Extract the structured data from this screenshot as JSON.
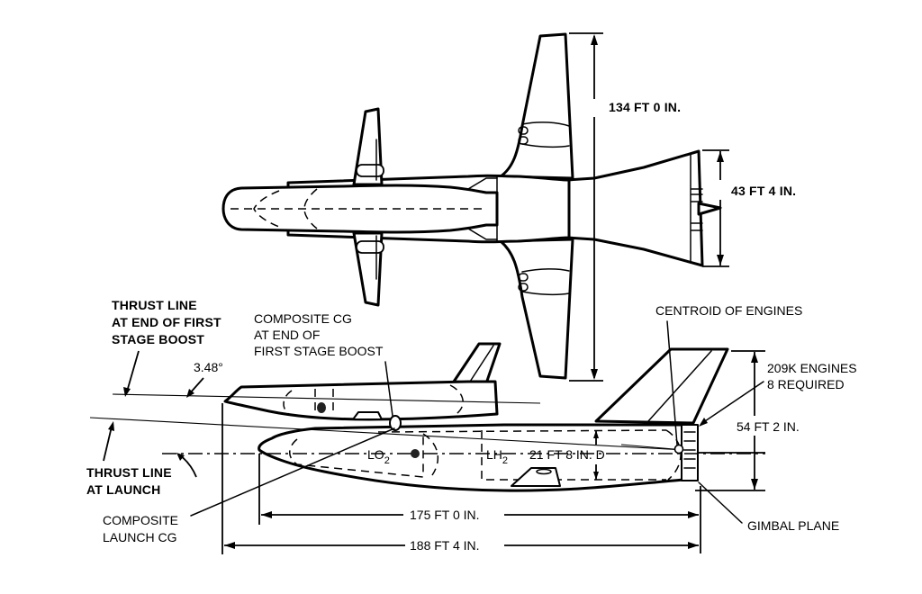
{
  "figure": {
    "type": "two-view vehicle configuration drawing",
    "views": [
      "planform (top) view",
      "side view"
    ]
  },
  "top_view": {
    "dimensions": {
      "wing_span": "134 FT 0 IN.",
      "tail_width": "43 FT 4 IN."
    }
  },
  "side_view": {
    "labels": {
      "thrust_line_end_first_stage": [
        "THRUST LINE",
        "AT END OF FIRST",
        "STAGE BOOST"
      ],
      "composite_cg_end_boost": [
        "COMPOSITE CG",
        "AT END OF",
        "FIRST STAGE BOOST"
      ],
      "angle": "3.48°",
      "thrust_line_launch": [
        "THRUST LINE",
        "AT LAUNCH"
      ],
      "composite_launch_cg": [
        "COMPOSITE",
        "LAUNCH CG"
      ],
      "centroid_of_engines": "CENTROID OF ENGINES",
      "engines": [
        "209K ENGINES",
        "8 REQUIRED"
      ],
      "gimbal_plane": "GIMBAL PLANE",
      "lo2_main": "LO",
      "lo2_sub": "2",
      "lh2_main": "LH",
      "lh2_sub": "2",
      "tank_diameter": "21 FT 8 IN. D"
    },
    "dimensions": {
      "height": "54 FT 2 IN.",
      "booster_length": "175 FT 0 IN.",
      "overall_length": "188 FT 4 IN."
    }
  }
}
